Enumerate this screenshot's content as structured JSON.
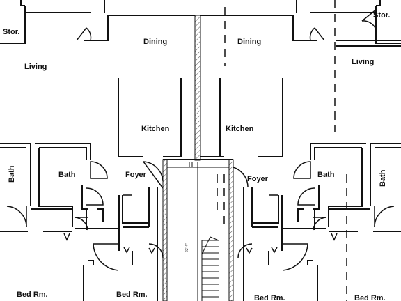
{
  "plan": {
    "colors": {
      "wall": "#111111",
      "background": "#ffffff",
      "hatch": "#555555"
    },
    "dimension_label": "22'-4\"",
    "rooms": {
      "stor_left": "Stor.",
      "stor_right": "Stor.",
      "dining_left": "Dining",
      "dining_right": "Dining",
      "living_left": "Living",
      "living_right": "Living",
      "kitchen_left": "Kitchen",
      "kitchen_right": "Kitchen",
      "bath_side_left": "Bath",
      "bath_side_right": "Bath",
      "bath_inner_left": "Bath",
      "bath_inner_right": "Bath",
      "foyer_left": "Foyer",
      "foyer_right": "Foyer",
      "bed_far_left": "Bed Rm.",
      "bed_center_left": "Bed Rm.",
      "bed_center_right": "Bed Rm.",
      "bed_far_right": "Bed Rm."
    }
  }
}
